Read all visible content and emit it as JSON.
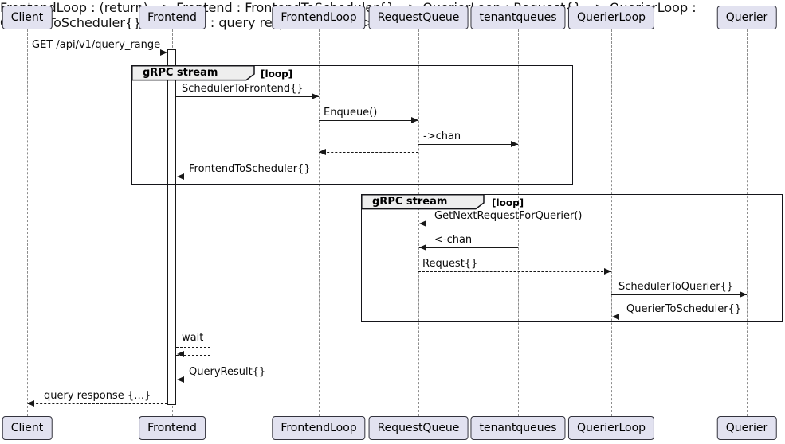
{
  "diagram_type": "uml-sequence",
  "participants": [
    "Client",
    "Frontend",
    "FrontendLoop",
    "RequestQueue",
    "tenantqueues",
    "QuerierLoop",
    "Querier"
  ],
  "frames": [
    {
      "title": "gRPC stream",
      "tag": "[loop]"
    },
    {
      "title": "gRPC stream",
      "tag": "[loop]"
    }
  ],
  "messages": {
    "get_query_range": "GET /api/v1/query_range",
    "scheduler_to_frontend": "SchedulerToFrontend{}",
    "enqueue": "Enqueue()",
    "send_chan": "->chan",
    "frontend_to_scheduler": "FrontendToScheduler{}",
    "get_next_request": "GetNextRequestForQuerier()",
    "recv_chan": "<-chan",
    "request": "Request{}",
    "scheduler_to_querier": "SchedulerToQuerier{}",
    "querier_to_scheduler": "QuerierToScheduler{}",
    "wait": "wait",
    "query_result": "QueryResult{}",
    "query_response": "query response {…}"
  },
  "colors": {
    "participant_fill": "#E2E2F0",
    "frame_tab_fill": "#EEEEEE",
    "line": "#181818",
    "lifeline": "#8C8C8C",
    "background": "#FFFFFF"
  }
}
